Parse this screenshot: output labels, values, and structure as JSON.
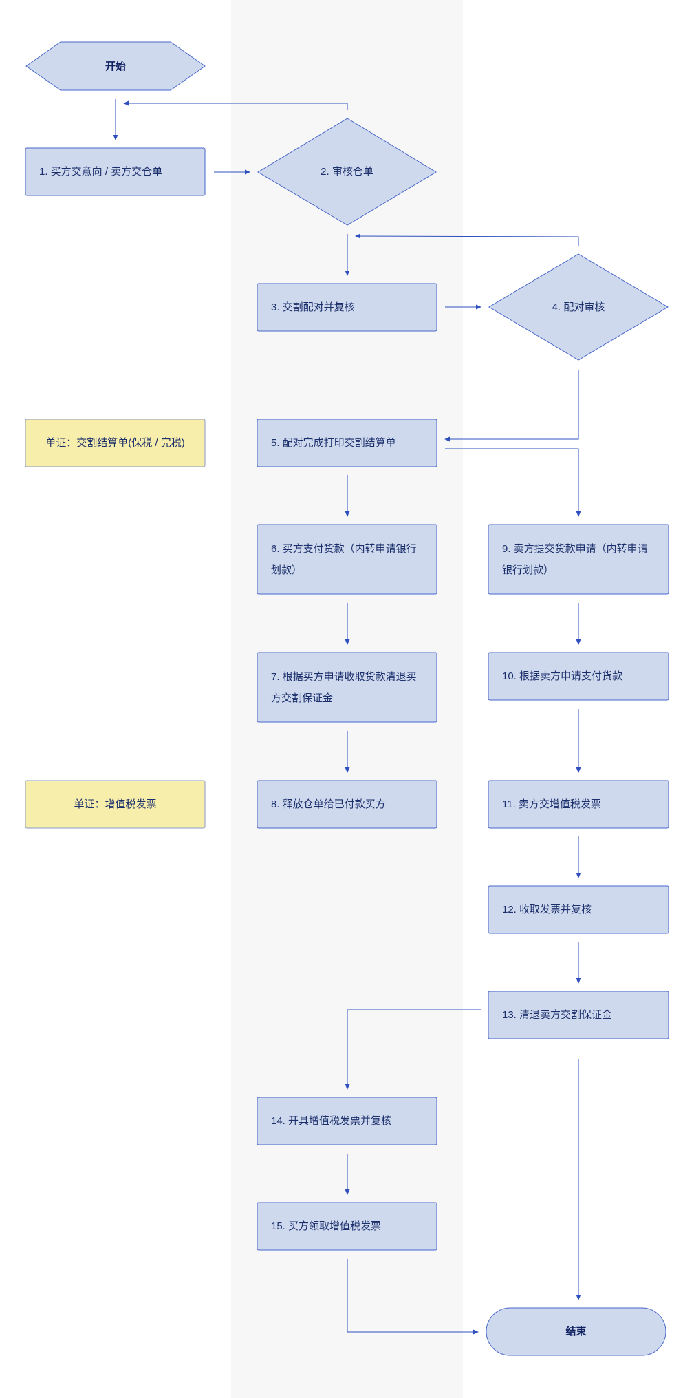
{
  "colors": {
    "node_fill": "#cfd9ee",
    "node_stroke": "#4766c9",
    "doc_fill": "#f8eeab",
    "doc_stroke": "#8a9bc8",
    "arrow": "#2f4fbf",
    "lane_bg": "#f7f7f7",
    "text": "#1b2f6b"
  },
  "nodes": {
    "start": "开始",
    "n1": "1. 买方交意向 / 卖方交仓单",
    "n2": "2. 审核仓单",
    "n3": "3. 交割配对并复核",
    "n4": "4. 配对审核",
    "n5": "5. 配对完成打印交割结算单",
    "n6": "6. 买方支付货款（内转申请银行划款）",
    "n7": "7. 根据买方申请收取货款清退买方交割保证金",
    "n8": "8. 释放仓单给已付款买方",
    "n9": "9. 卖方提交货款申请（内转申请银行划款）",
    "n10": "10. 根据卖方申请支付货款",
    "n11": "11. 卖方交增值税发票",
    "n12": "12. 收取发票并复核",
    "n13": "13. 清退卖方交割保证金",
    "n14": "14. 开具增值税发票并复核",
    "n15": "15. 买方领取增值税发票",
    "end": "结束"
  },
  "documents": {
    "doc1": "单证：交割结算单(保税 / 完税)",
    "doc2": "单证：增值税发票"
  }
}
